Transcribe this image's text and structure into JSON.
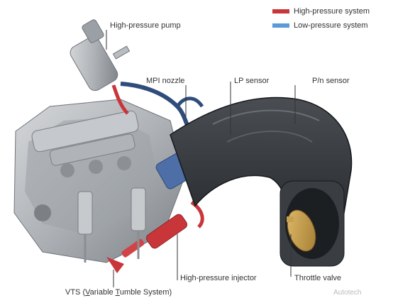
{
  "legend": {
    "high": {
      "label": "High-pressure system",
      "color": "#c8363a"
    },
    "low": {
      "label": "Low-pressure system",
      "color": "#5b9bd5"
    }
  },
  "labels": {
    "high_pressure_pump": "High-pressure pump",
    "mpi_nozzle": "MPI nozzle",
    "lp_sensor": "LP sensor",
    "pn_sensor": "P/n sensor",
    "high_pressure_injector": "High-pressure injector",
    "throttle_valve": "Throttle valve",
    "vts_prefix": "VTS (",
    "vts_v": "V",
    "vts_ariable": "ariable ",
    "vts_t": "T",
    "vts_umble": "umble System)"
  },
  "colors": {
    "line_color": "#333333",
    "engine_metal": "#b8bcc0",
    "intake_dark": "#2c2f33",
    "throttle_gold": "#c8a052"
  },
  "watermark": "Autotech"
}
